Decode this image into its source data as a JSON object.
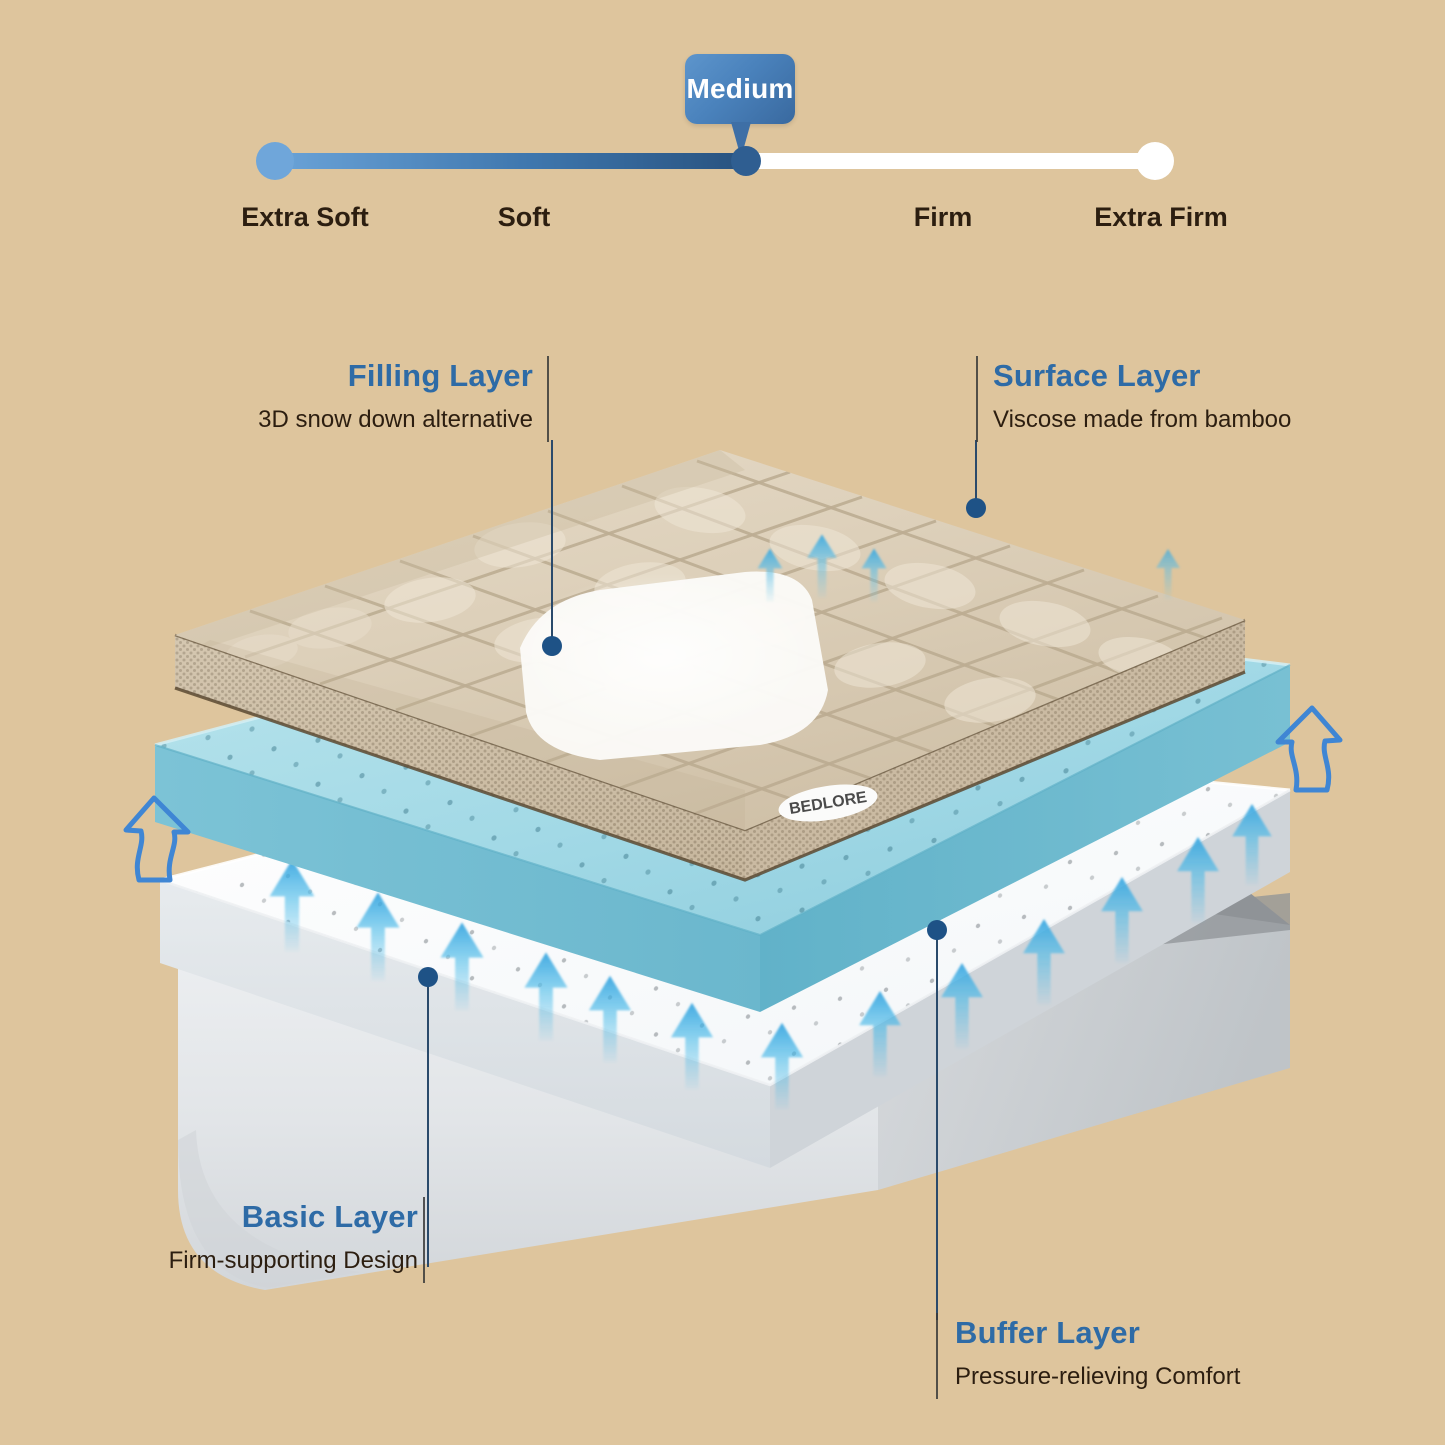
{
  "background_color": "#dec59d",
  "accent_color": "#2e6ba6",
  "firmness": {
    "selected_label": "Medium",
    "selected_position_pct": 53.5,
    "scale": [
      {
        "label": "Extra Soft",
        "position_pct": 0
      },
      {
        "label": "Soft",
        "position_pct": 25
      },
      {
        "label": "Firm",
        "position_pct": 76
      },
      {
        "label": "Extra Firm",
        "position_pct": 100
      }
    ],
    "track_filled_color": "#3e76ad",
    "track_empty_color": "#ffffff",
    "knob_start_color": "#6fa6da",
    "knob_selected_color": "#2f5e91",
    "knob_end_color": "#ffffff"
  },
  "layers": [
    {
      "id": "filling",
      "title": "Filling Layer",
      "subtitle": "3D snow down alternative"
    },
    {
      "id": "surface",
      "title": "Surface Layer",
      "subtitle": "Viscose made from bamboo"
    },
    {
      "id": "basic",
      "title": "Basic Layer",
      "subtitle": "Firm-supporting Design"
    },
    {
      "id": "buffer",
      "title": "Buffer Layer",
      "subtitle": "Pressure-relieving Comfort"
    }
  ],
  "product": {
    "brand_tag": "BEDLORE",
    "topper_color": "#ddd0bb",
    "memory_foam_color": "#a5dce7",
    "buffer_foam_color": "#fbfcfd",
    "base_color": "#e9ebed",
    "airflow_arrow_color": "#41b8e8"
  }
}
